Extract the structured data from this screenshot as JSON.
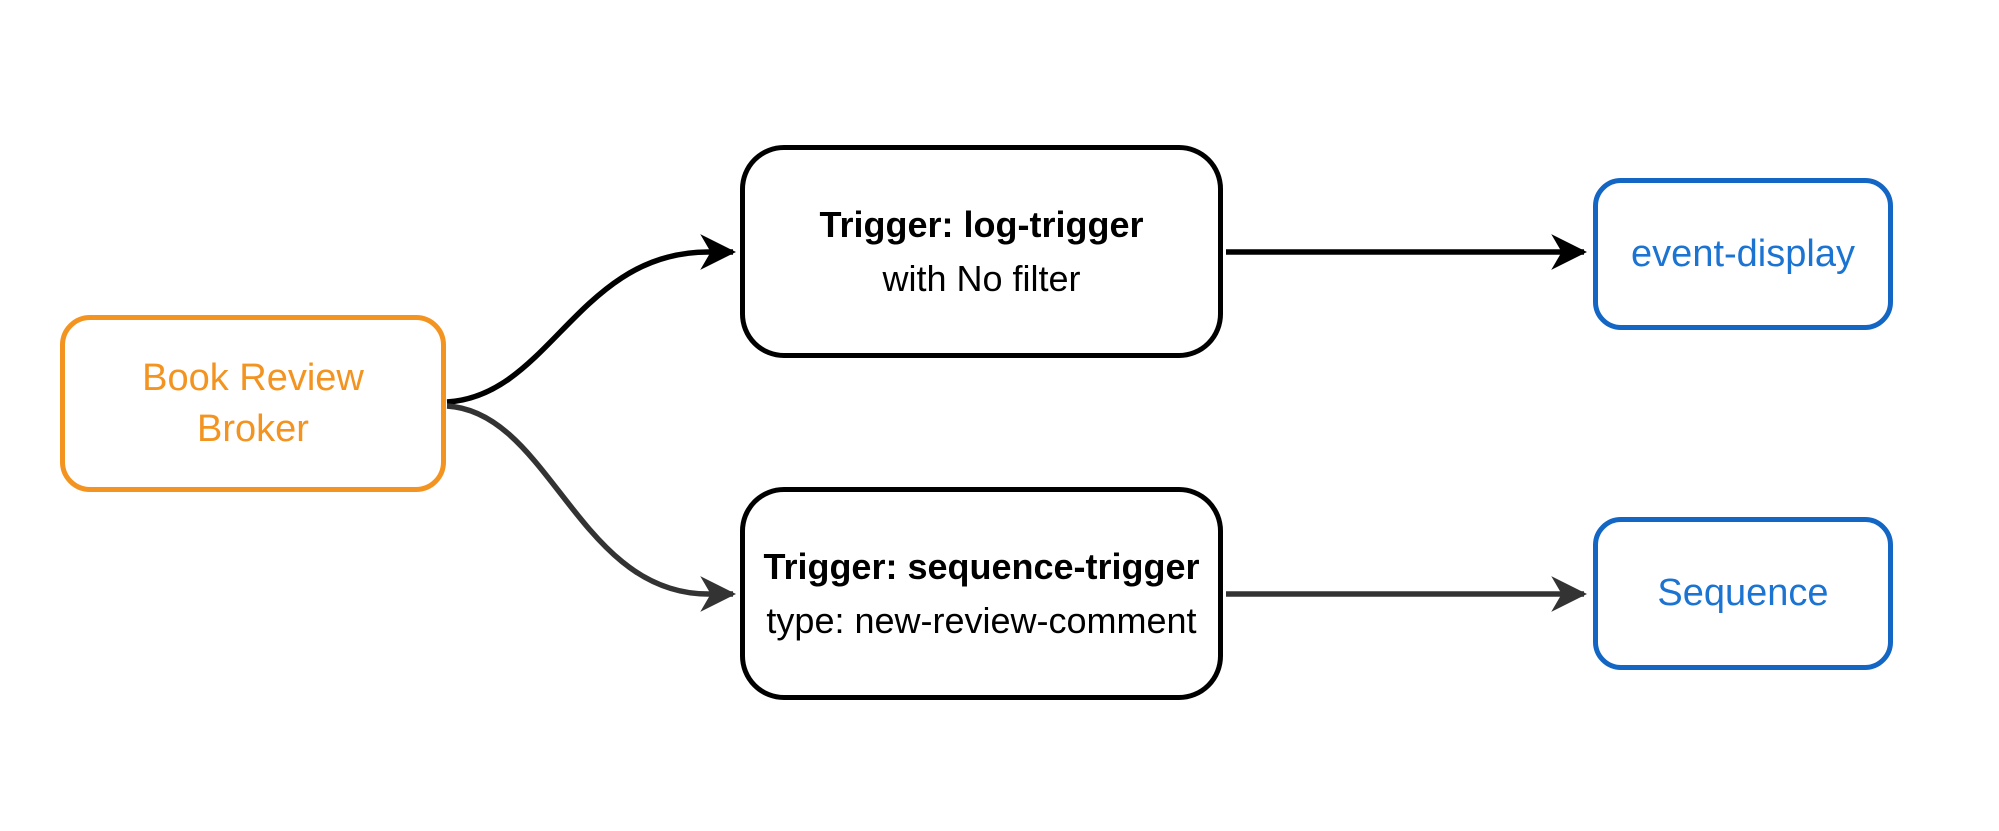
{
  "diagram": {
    "type": "flowchart",
    "direction": "left-to-right",
    "background": "#ffffff",
    "colors": {
      "broker_accent": "#F39421",
      "trigger_border": "#000000",
      "trigger_text": "#000000",
      "output_border": "#1366C4",
      "output_text": "#1B74D2",
      "edge_black": "#000000",
      "edge_gray": "#333333"
    },
    "nodes": {
      "broker": {
        "lines": [
          "Book Review",
          "Broker"
        ]
      },
      "log_trigger": {
        "title": "Trigger: log-trigger",
        "subtitle": "with No filter"
      },
      "sequence_trigger": {
        "title": "Trigger: sequence-trigger",
        "subtitle": "type: new-review-comment"
      },
      "event_display": {
        "label": "event-display"
      },
      "sequence": {
        "label": "Sequence"
      }
    },
    "edges": [
      {
        "from": "broker",
        "to": "log_trigger",
        "color": "#000000",
        "style": "curved"
      },
      {
        "from": "broker",
        "to": "sequence_trigger",
        "color": "#333333",
        "style": "curved"
      },
      {
        "from": "log_trigger",
        "to": "event_display",
        "color": "#000000",
        "style": "straight"
      },
      {
        "from": "sequence_trigger",
        "to": "sequence",
        "color": "#333333",
        "style": "straight"
      }
    ]
  }
}
